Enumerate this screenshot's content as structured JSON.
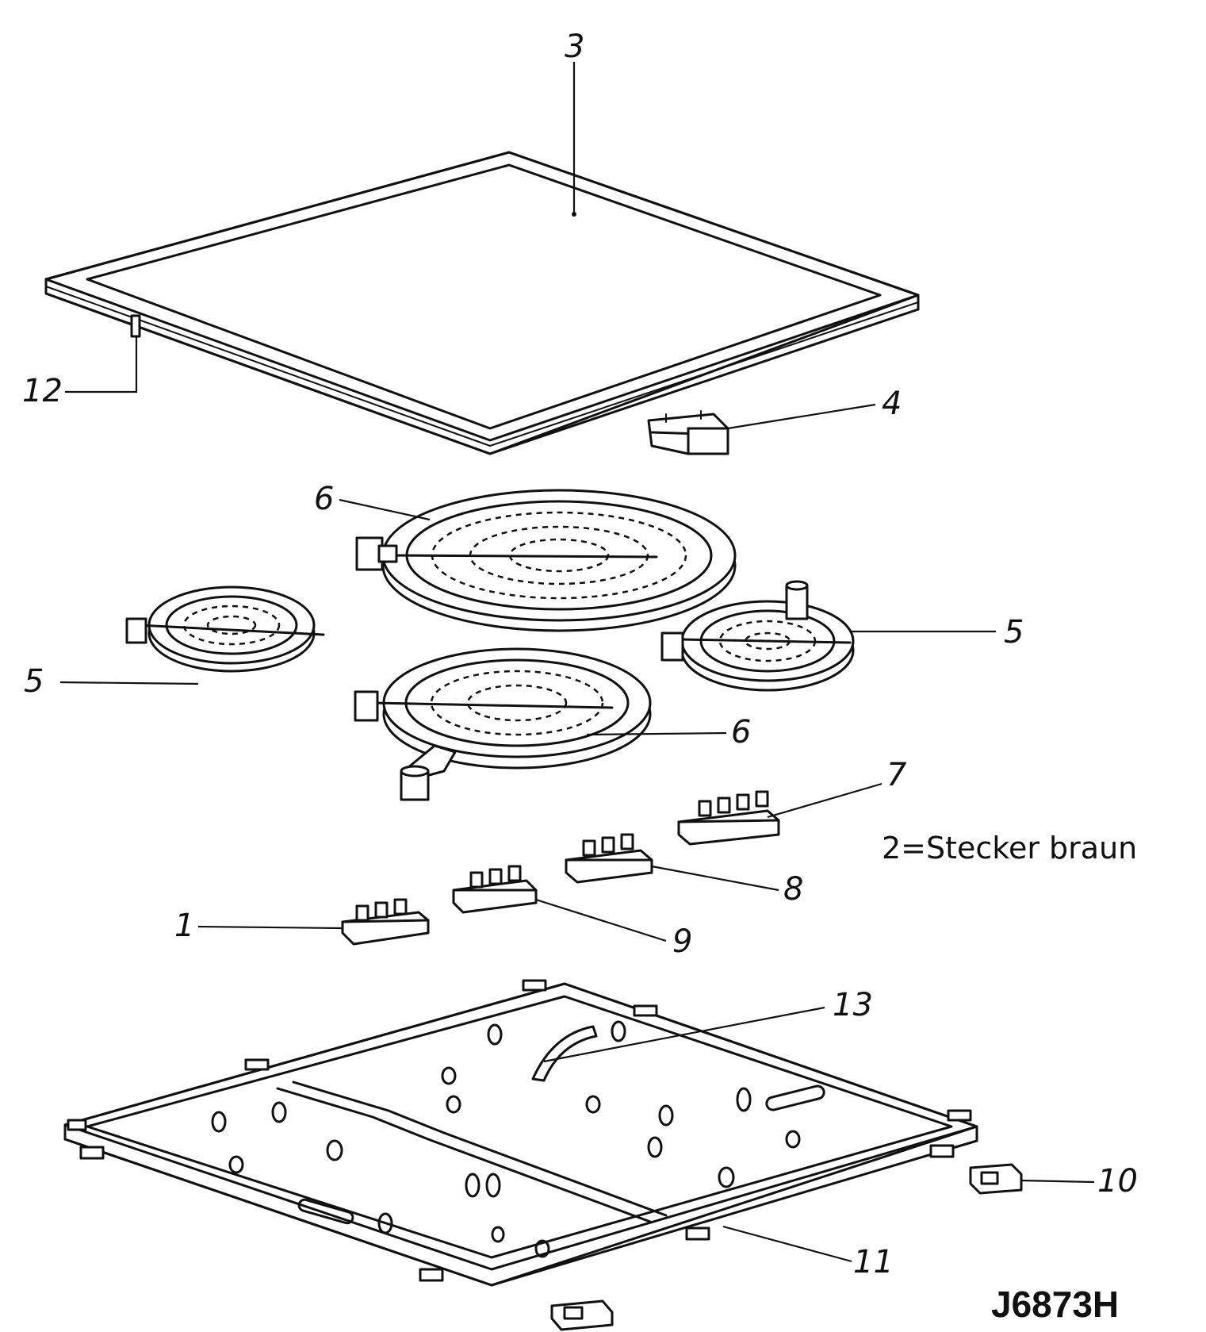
{
  "labels": {
    "part_1": "1",
    "part_3": "3",
    "part_4": "4",
    "part_5a": "5",
    "part_5b": "5",
    "part_6a": "6",
    "part_6b": "6",
    "part_7": "7",
    "part_8": "8",
    "part_9": "9",
    "part_10": "10",
    "part_11": "11",
    "part_12": "12",
    "part_13": "13"
  },
  "note": "2=Stecker braun",
  "drawing_code": "J6873H"
}
